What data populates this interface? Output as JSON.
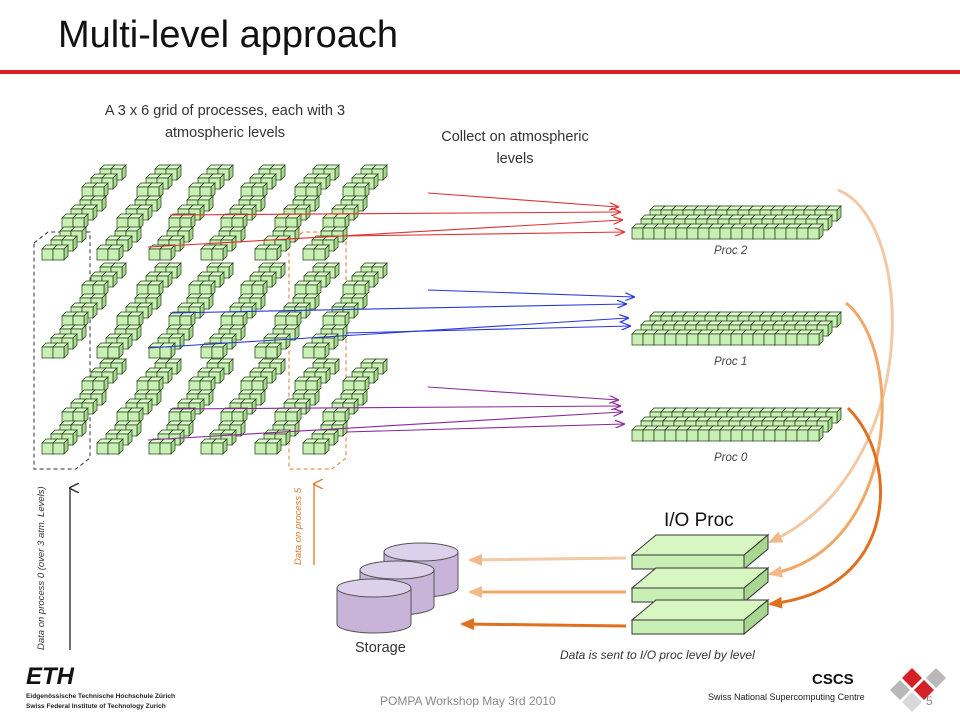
{
  "slide": {
    "title": "Multi-level approach",
    "footer": "POMPA Workshop May 3rd 2010",
    "page_number": "5"
  },
  "captions": {
    "grid": "A 3 x 6 grid of processes, each with 3 atmospheric levels",
    "collect": "Collect on atmospheric levels",
    "proc2": "Proc 2",
    "proc1": "Proc 1",
    "proc0": "Proc 0",
    "io_proc": "I/O Proc",
    "storage": "Storage",
    "data_sent": "Data is sent to I/O proc level by level",
    "data_on_process_0": "Data on process 0 (over 3 atm. Levels)",
    "data_on_process_5": "Data on process 5"
  },
  "logos": {
    "eth_mark": "ETH",
    "eth_line1": "Eidgenössische Technische Hochschule Zürich",
    "eth_line2": "Swiss Federal Institute of Technology Zurich",
    "cscs_mark": "CSCS",
    "cscs_line": "Swiss National Supercomputing Centre"
  },
  "colors": {
    "cube_face": "#c8f0b4",
    "cube_edge": "#1e3a10",
    "title_rule": "#d42027",
    "arrow_level_2": "#e03030",
    "arrow_level_1": "#2838d8",
    "arrow_level_0": "#8a2a9a",
    "io_arrow_light": "#f3b88a",
    "io_arrow_dark": "#e07020",
    "storage_fill": "#c8b4d8"
  }
}
